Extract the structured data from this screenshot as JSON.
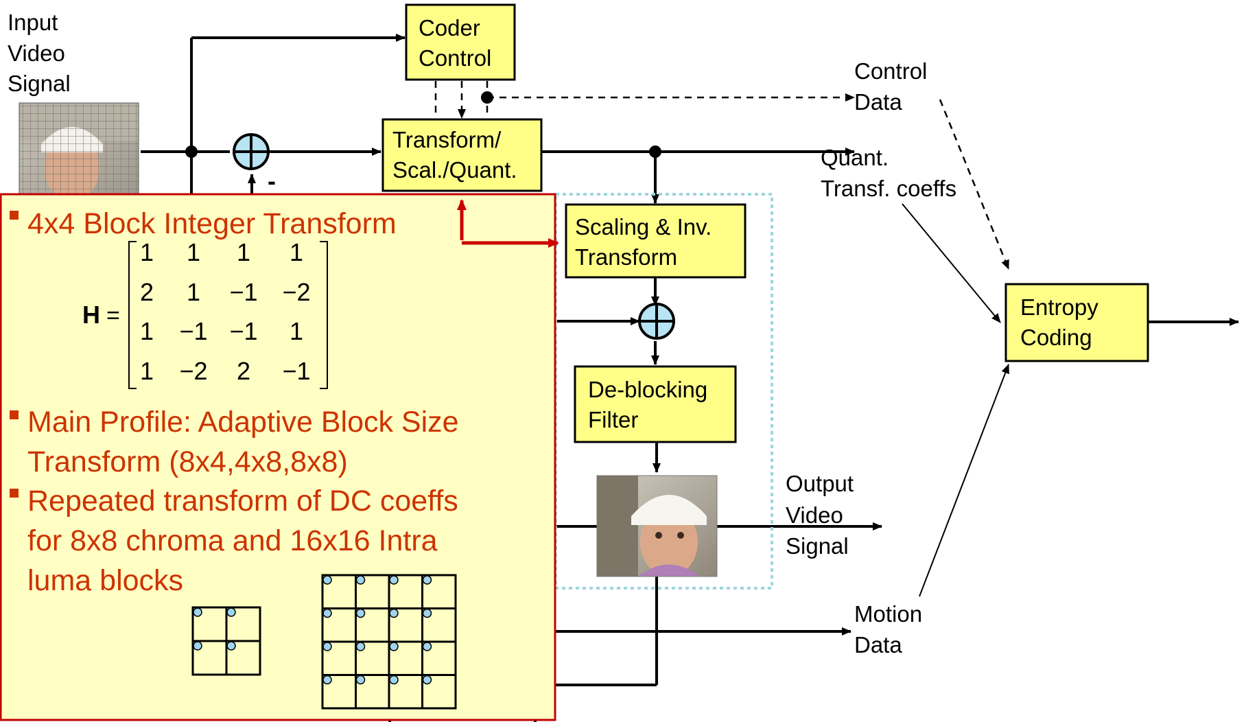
{
  "diagram": {
    "colors": {
      "block_fill": "#ffff88",
      "block_stroke": "#000000",
      "overlay_fill": "#ffffc4",
      "overlay_stroke": "#c00000",
      "overlay_text": "#cc3300",
      "highlight_arrow": "#cc0000",
      "decoder_loop_border": "#9fd4df",
      "summing_node_fill": "#b7e3f2"
    },
    "labels": {
      "input": [
        "Input",
        "Video",
        "Signal"
      ],
      "control_data": [
        "Control",
        "Data"
      ],
      "quant_coeffs": [
        "Quant.",
        "Transf. coeffs"
      ],
      "output": [
        "Output",
        "Video",
        "Signal"
      ],
      "motion_data": [
        "Motion",
        "Data"
      ],
      "minus_sign": "-"
    },
    "blocks": {
      "coder_control": [
        "Coder",
        "Control"
      ],
      "transform": [
        "Transform/",
        "Scal./Quant."
      ],
      "inv_transform": [
        "Scaling & Inv.",
        "Transform"
      ],
      "deblocking": [
        "De-blocking",
        "Filter"
      ],
      "entropy": [
        "Entropy",
        "Coding"
      ]
    },
    "images": {
      "input_frame": "input-video-frame",
      "output_frame": "output-video-frame"
    }
  },
  "overlay": {
    "bullets": [
      {
        "lines": [
          "4x4 Block Integer Transform"
        ]
      },
      {
        "lines": [
          "Main Profile: Adaptive Block Size",
          "Transform (8x4,4x8,8x8)"
        ]
      },
      {
        "lines": [
          "Repeated transform of DC coeffs",
          "for 8x8 chroma and 16x16 Intra",
          "luma blocks"
        ]
      }
    ],
    "matrix": {
      "symbol": "H",
      "equals": "=",
      "rows": [
        [
          "1",
          "1",
          "1",
          "1"
        ],
        [
          "2",
          "1",
          "−1",
          "−2"
        ],
        [
          "1",
          "−1",
          "−1",
          "1"
        ],
        [
          "1",
          "−2",
          "2",
          "−1"
        ]
      ]
    },
    "dc_grids": {
      "small": {
        "cells": 2
      },
      "large": {
        "cells": 4
      }
    }
  }
}
